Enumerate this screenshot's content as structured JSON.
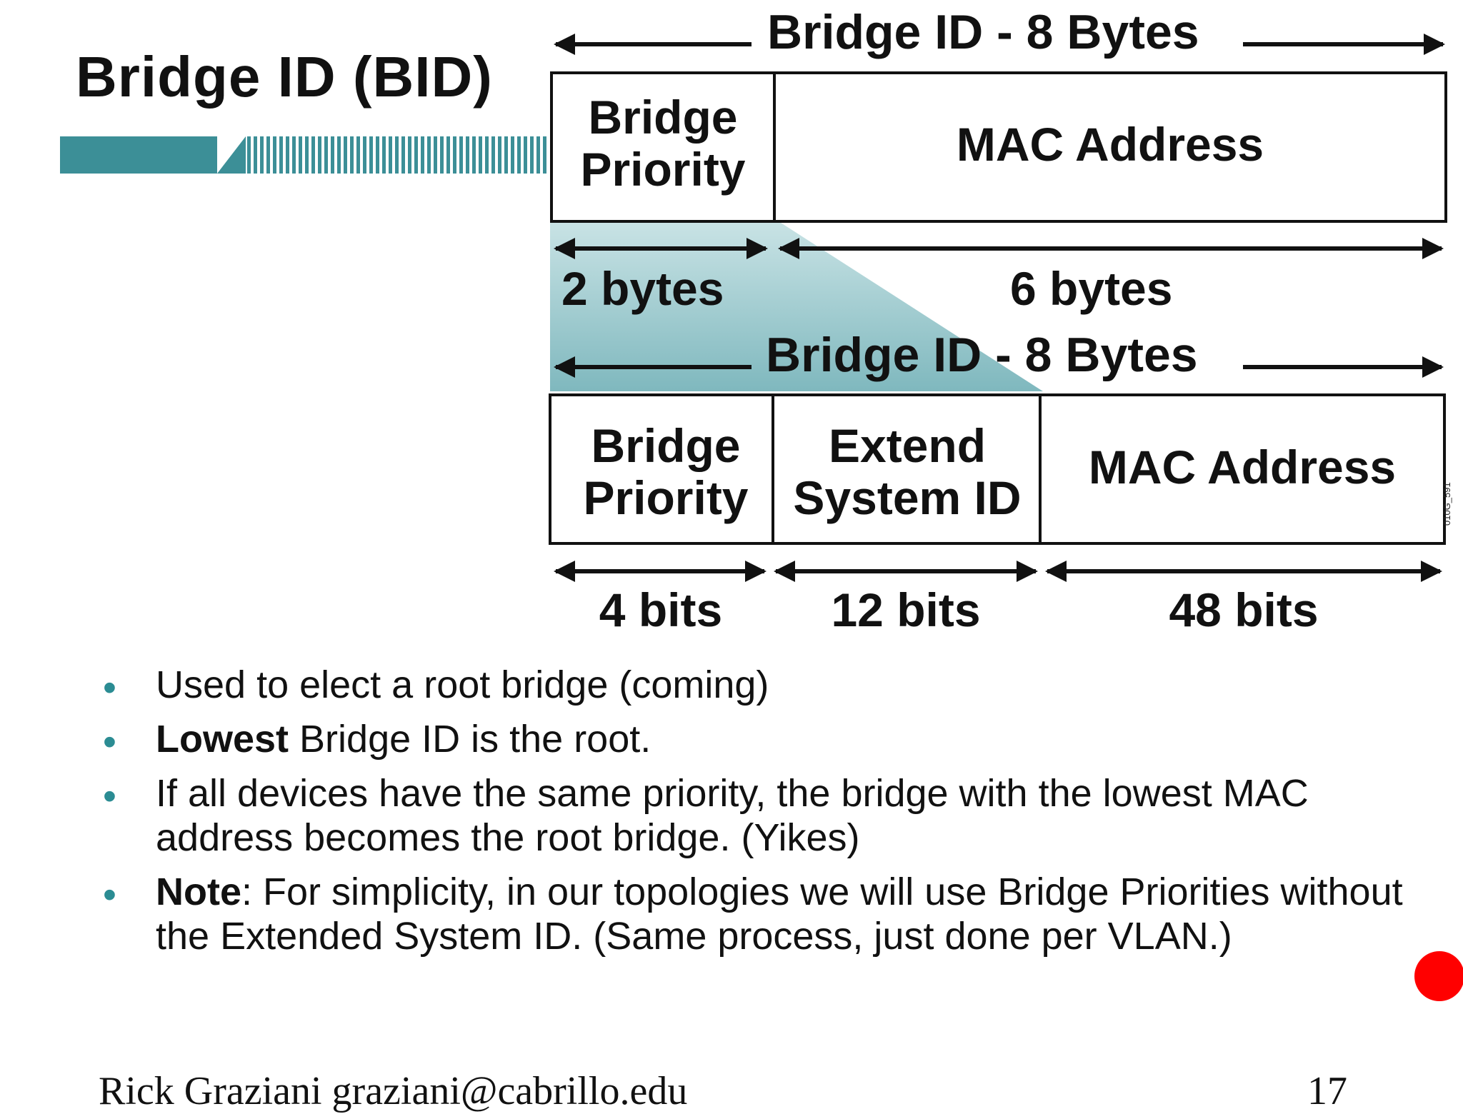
{
  "title": "Bridge ID (BID)",
  "colors": {
    "teal": "#3c8f97",
    "bullet": "#2b8c93",
    "red_dot": "#ff0000"
  },
  "diagram_top": {
    "span_label": "Bridge ID - 8 Bytes",
    "field_priority": "Bridge Priority",
    "field_mac": "MAC Address",
    "size_priority": "2 bytes",
    "size_mac": "6 bytes"
  },
  "diagram_bottom": {
    "span_label": "Bridge ID - 8 Bytes",
    "field_priority": "Bridge Priority",
    "field_ext": "Extend System ID",
    "field_mac": "MAC Address",
    "size_priority": "4 bits",
    "size_ext": "12 bits",
    "size_mac": "48 bits"
  },
  "figure_code": "010G_591",
  "bullets": [
    {
      "bold": "",
      "text": "Used to elect a root bridge (coming)"
    },
    {
      "bold": "Lowest",
      "text": " Bridge ID is the root."
    },
    {
      "bold": "",
      "text": "If all devices have the same priority, the bridge with the lowest MAC address becomes the root bridge. (Yikes)"
    },
    {
      "bold": "Note",
      "text": ":  For simplicity, in our topologies we will use Bridge Priorities without the Extended System ID. (Same process, just done per VLAN.)"
    }
  ],
  "footer": {
    "left": "Rick Graziani  graziani@cabrillo.edu",
    "page": "17"
  }
}
